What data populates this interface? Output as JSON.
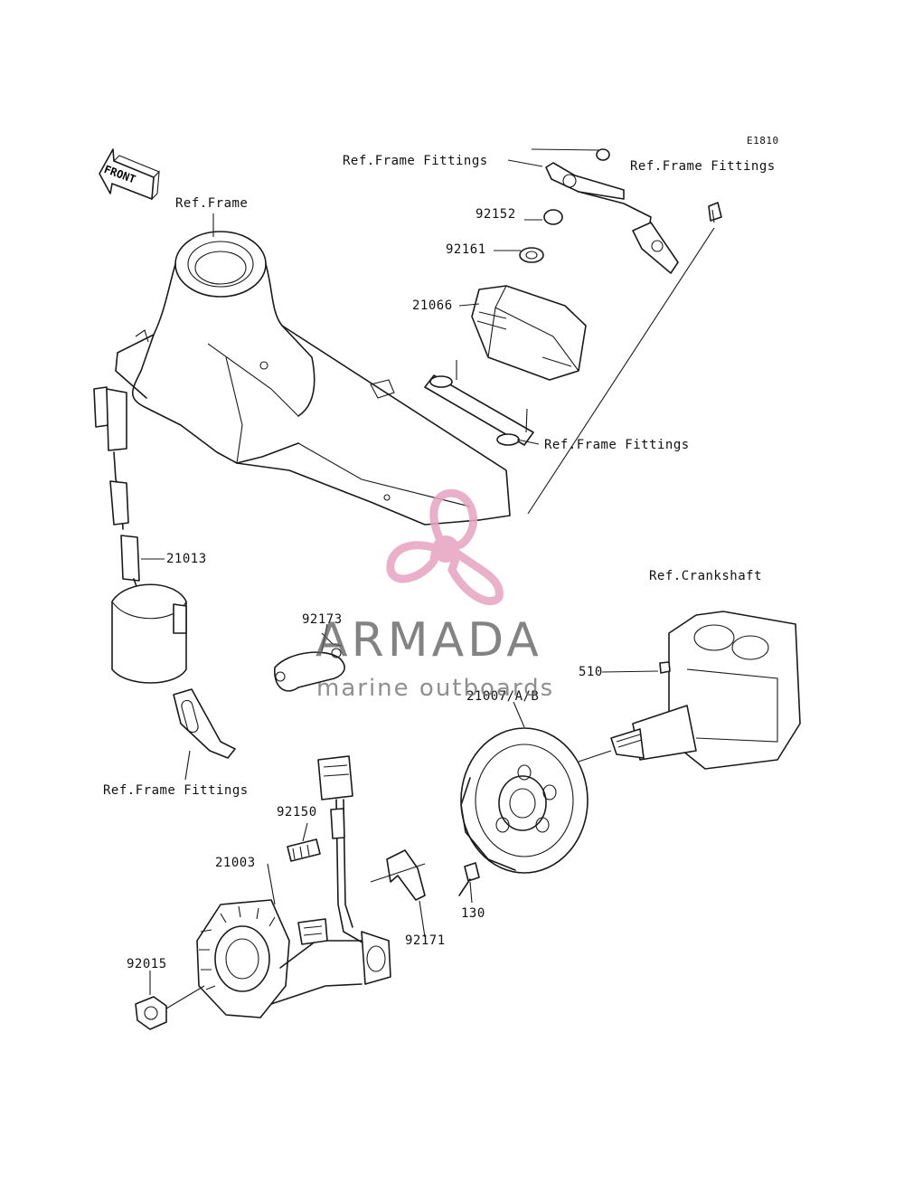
{
  "diagram_code": "E1810",
  "front_arrow": {
    "label": "FRONT"
  },
  "labels": {
    "ref_frame": "Ref.Frame",
    "ref_frame_fittings_top_left": "Ref.Frame Fittings",
    "ref_frame_fittings_top_right": "Ref.Frame Fittings",
    "ref_frame_fittings_mid": "Ref.Frame Fittings",
    "ref_frame_fittings_left": "Ref.Frame Fittings",
    "ref_crankshaft": "Ref.Crankshaft"
  },
  "part_numbers": {
    "p92152": "92152",
    "p92161": "92161",
    "p21066": "21066",
    "p21013": "21013",
    "p92173": "92173",
    "p510": "510",
    "p21007": "21007/A/B",
    "p92150": "92150",
    "p21003": "21003",
    "p130": "130",
    "p92171": "92171",
    "p92015": "92015"
  },
  "watermark": {
    "title": "ARMADA",
    "subtitle": "marine outboards",
    "color": "#e8a3c0"
  }
}
